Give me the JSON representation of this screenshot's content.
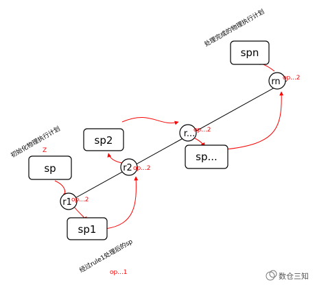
{
  "boxes": {
    "sp": "sp",
    "sp1": "sp1",
    "sp2": "sp2",
    "sp_dots": "sp...",
    "spn": "spn"
  },
  "nodes": {
    "r1": "r1",
    "r2": "r2",
    "r_dots": "r...",
    "rn": "rn"
  },
  "ops": {
    "r1": "op...2",
    "r2": "op...2",
    "r_dots": "op...2",
    "rn": "op...2"
  },
  "captions": {
    "init_plan": "初始化物理执行计划",
    "z_mark": "Z",
    "after_rule1": "经过rule1处理后的sp",
    "after_rule1_op": "op...1",
    "done_plan": "处理完成的物理执行计划"
  },
  "watermark": "数仓三知",
  "colors": {
    "accent": "#ff0000",
    "line": "#000000"
  }
}
